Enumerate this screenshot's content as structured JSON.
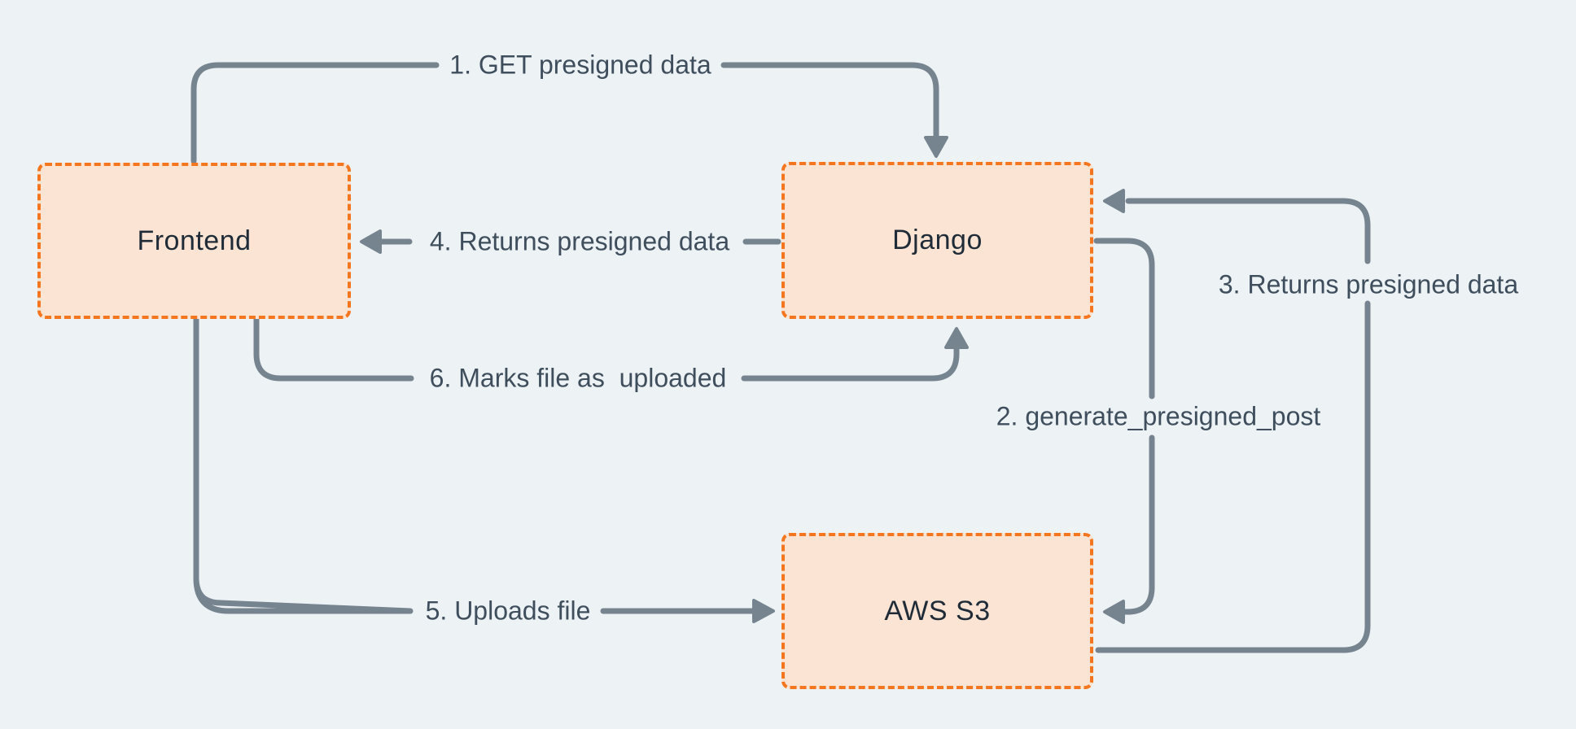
{
  "diagram": {
    "description": "Presigned upload flow between Frontend, Django and AWS S3",
    "colors": {
      "background": "#edf2f5",
      "node_fill": "#fce4d4",
      "node_border": "#f5761e",
      "node_text": "#1f2c38",
      "arrow": "#76848f",
      "edge_label_text": "#3e4e5c"
    },
    "nodes": {
      "frontend": {
        "label": "Frontend"
      },
      "django": {
        "label": "Django"
      },
      "aws_s3": {
        "label": "AWS S3"
      }
    },
    "steps": {
      "step1": {
        "label": "1. GET presigned data",
        "from": "Frontend",
        "to": "Django"
      },
      "step2": {
        "label": "2. generate_presigned_post",
        "from": "Django",
        "to": "AWS S3"
      },
      "step3": {
        "label": "3. Returns presigned data",
        "from": "AWS S3",
        "to": "Django"
      },
      "step4": {
        "label": "4. Returns presigned data",
        "from": "Django",
        "to": "Frontend"
      },
      "step5": {
        "label": "5. Uploads file",
        "from": "Frontend",
        "to": "AWS S3"
      },
      "step6": {
        "label": "6. Marks file as  uploaded",
        "from": "Frontend",
        "to": "Django"
      }
    }
  }
}
